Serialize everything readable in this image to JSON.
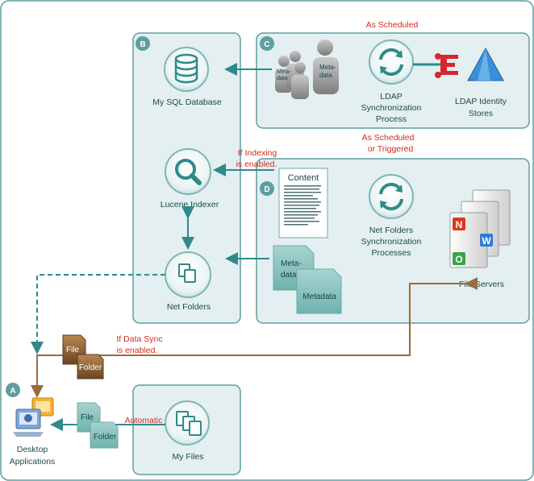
{
  "sections": {
    "a": "A",
    "b": "B",
    "c": "C",
    "d": "D"
  },
  "labels": {
    "as_scheduled": "As Scheduled",
    "as_scheduled_or_line1": "As Scheduled",
    "as_scheduled_or_line2": "or Triggered",
    "mysql": "My SQL Database",
    "lucene": "Lucene Indexer",
    "net_folders": "Net Folders",
    "ldap_sync_line1": "LDAP",
    "ldap_sync_line2": "Synchronization",
    "ldap_sync_line3": "Process",
    "ldap_stores_line1": "LDAP Identity",
    "ldap_stores_line2": "Stores",
    "nf_sync_line1": "Net Folders",
    "nf_sync_line2": "Synchronization",
    "nf_sync_line3": "Processes",
    "file_servers": "File Servers",
    "my_files": "My Files",
    "desktop_line1": "Desktop",
    "desktop_line2": "Applications",
    "if_indexing_line1": "If Indexing",
    "if_indexing_line2": "is enabled.",
    "if_datasync_line1": "If Data Sync",
    "if_datasync_line2": "is enabled.",
    "automatic": "Automatic",
    "content_title": "Content",
    "metadata_small": "Meta-",
    "metadata_small2": "data",
    "metadata_big": "Metadata",
    "file": "File",
    "folder": "Folder",
    "server_letters": [
      "N",
      "W",
      "O"
    ]
  },
  "colors": {
    "panel_fill": "#e3eff0",
    "panel_stroke": "#5f9ea0",
    "accent_teal": "#2f8a8a",
    "brown": "#9a6b3c",
    "red_text": "#d62b1e",
    "badge": "#5f9ea0"
  },
  "icons": {
    "mysql": "database-icon",
    "lucene": "magnifier-icon",
    "net_folders": "folders-icon",
    "ldap_sync": "sync-icon",
    "nf_sync": "sync-icon",
    "my_files": "files-icon",
    "users": "users-icon",
    "ldap_stores": "directory-icon",
    "servers": "server-icon",
    "desktop": "desktop-icon"
  }
}
